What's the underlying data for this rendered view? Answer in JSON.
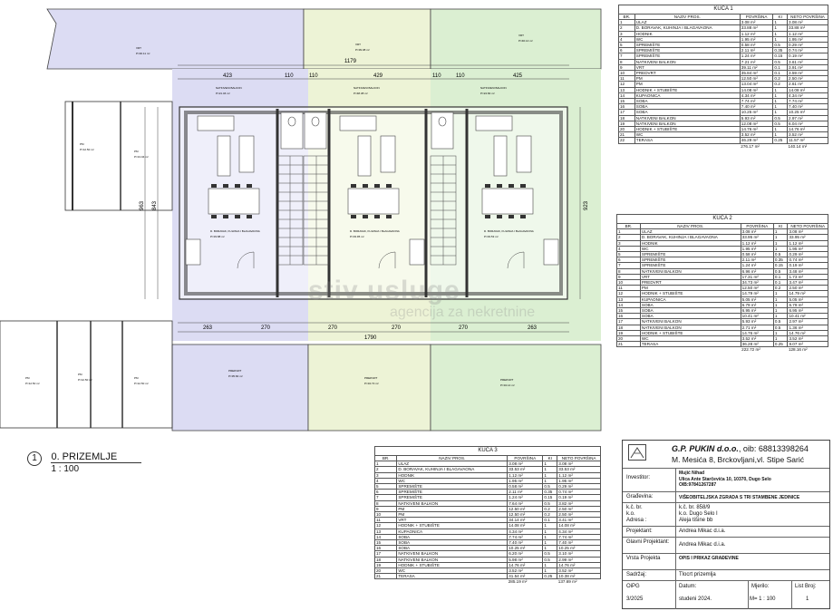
{
  "plan": {
    "units": [
      {
        "room": "VRT",
        "area": "P=46.11 m²"
      },
      {
        "room": "VRT",
        "area": "P=39.08 m²"
      },
      {
        "room": "VRT",
        "area": "P=46.14 m²"
      }
    ],
    "balconies": [
      {
        "label": "NATKIVENI BALKON",
        "area": "P=21.46 m²"
      },
      {
        "label": "NATKIVENI BALKON",
        "area": "P=48.38 m²"
      },
      {
        "label": "NATKIVENI BALKON",
        "area": "P=24.84 m²"
      }
    ],
    "living": [
      {
        "label": "D. BORAVAK, KUHINJA I BLAGAVAONA",
        "area": "P=33.88 m²"
      },
      {
        "label": "D. BORAVAK, KUHINJA I BLAGAVAONA",
        "area": "P=33.95 m²"
      },
      {
        "label": "D. BORAVAK, KUHINJA I BLAGAVAONA",
        "area": "P=33.53 m²"
      }
    ],
    "parking_left": [
      {
        "label": "PM",
        "area": "P=12.50 m²"
      },
      {
        "label": "PM",
        "area": "P=13.04 m²"
      }
    ],
    "parking_bottom": [
      {
        "label": "PM",
        "area": "P=12.50 m²"
      },
      {
        "label": "PM",
        "area": "P=12.50 m²"
      },
      {
        "label": "PM",
        "area": "P=12.50 m²"
      }
    ],
    "predvrt": [
      {
        "label": "PREDVRT",
        "area": "P=35.84 m²"
      },
      {
        "label": "PREDVRT",
        "area": "P=34.73 m²"
      },
      {
        "label": "PREDVRT",
        "area": "P=34.14 m²"
      }
    ],
    "dims_top": [
      "423",
      "110",
      "110",
      "429",
      "110",
      "110",
      "425"
    ],
    "dims_bottom": [
      "263",
      "270",
      "270",
      "270",
      "270",
      "263"
    ],
    "dim_total_top": "1179",
    "dim_total_bottom": "1790",
    "dim_left": "843",
    "dim_right": "923",
    "dim_left2": "963"
  },
  "watermark": {
    "brand": "stiv usluge",
    "tagline": "agencija za nekretnine"
  },
  "legend": {
    "number": "1",
    "title": "0. PRIZEMLJE",
    "scale": "1 : 100"
  },
  "tables": {
    "headers": {
      "br": "BR.",
      "name": "NAZIV PROS.",
      "area": "POVRŠINA",
      "ki": "KI",
      "net": "NETO POVRŠINA"
    },
    "kuca1": {
      "title": "KUĆA 1",
      "rows": [
        [
          "1",
          "ULAZ",
          "3.08 m²",
          "1",
          "3.08 m²"
        ],
        [
          "2",
          "D. BORAVAK, KUHINJA I BLAGAVAONA",
          "33.88 m²",
          "1",
          "33.88 m²"
        ],
        [
          "3",
          "HODNIK",
          "1.12 m²",
          "1",
          "1.12 m²"
        ],
        [
          "4",
          "WC",
          "1.95 m²",
          "1",
          "1.95 m²"
        ],
        [
          "5",
          "SPREMIŠTE",
          "0.58 m²",
          "0.5",
          "0.29 m²"
        ],
        [
          "6",
          "SPREMIŠTE",
          "2.11 m²",
          "0.35",
          "0.74 m²"
        ],
        [
          "7",
          "SPREMIŠTE",
          "1.24 m²",
          "0.15",
          "0.19 m²"
        ],
        [
          "8",
          "NATKIVENI BALKON",
          "7.21 m²",
          "0.5",
          "3.61 m²"
        ],
        [
          "9",
          "VRT",
          "39.11 m²",
          "0.1",
          "3.91 m²"
        ],
        [
          "10",
          "PREDVRT",
          "35.84 m²",
          "0.1",
          "3.59 m²"
        ],
        [
          "11",
          "PM",
          "12.50 m²",
          "0.2",
          "2.50 m²"
        ],
        [
          "12",
          "PM",
          "13.04 m²",
          "0.2",
          "2.61 m²"
        ],
        [
          "13",
          "HODNIK + STUBIŠTE",
          "14.08 m²",
          "1",
          "14.08 m²"
        ],
        [
          "14",
          "KUPAONICA",
          "4.34 m²",
          "1",
          "4.34 m²"
        ],
        [
          "15",
          "SOBA",
          "7.74 m²",
          "1",
          "7.74 m²"
        ],
        [
          "16",
          "SOBA",
          "7.40 m²",
          "1",
          "7.40 m²"
        ],
        [
          "17",
          "SOBA",
          "10.25 m²",
          "1",
          "10.25 m²"
        ],
        [
          "18",
          "NATKIVENI BALKON",
          "5.93 m²",
          "0.5",
          "2.97 m²"
        ],
        [
          "19",
          "NATKIVENI BALKON",
          "12.08 m²",
          "0.5",
          "6.04 m²"
        ],
        [
          "20",
          "HODNIK + STUBIŠTE",
          "14.76 m²",
          "1",
          "14.76 m²"
        ],
        [
          "21",
          "WC",
          "3.52 m²",
          "1",
          "3.52 m²"
        ],
        [
          "22",
          "TERASA",
          "46.29 m²",
          "0.25",
          "11.57 m²"
        ]
      ],
      "total_area": "276.17 m²",
      "total_net": "140.14 m²"
    },
    "kuca2": {
      "title": "KUĆA 2",
      "rows": [
        [
          "1",
          "ULAZ",
          "3.08 m²",
          "1",
          "3.08 m²"
        ],
        [
          "2",
          "D. BORAVAK, KUHINJA I BLAGAVAONA",
          "33.95 m²",
          "1",
          "33.95 m²"
        ],
        [
          "3",
          "HODNIK",
          "1.12 m²",
          "1",
          "1.12 m²"
        ],
        [
          "4",
          "WC",
          "1.95 m²",
          "1",
          "1.95 m²"
        ],
        [
          "5",
          "SPREMIŠTE",
          "0.58 m²",
          "0.5",
          "0.29 m²"
        ],
        [
          "6",
          "SPREMIŠTE",
          "2.11 m²",
          "0.35",
          "0.74 m²"
        ],
        [
          "7",
          "SPREMIŠTE",
          "1.24 m²",
          "0.15",
          "0.19 m²"
        ],
        [
          "8",
          "NATKIVENI BALKON",
          "6.96 m²",
          "0.5",
          "3.48 m²"
        ],
        [
          "9",
          "VRT",
          "17.31 m²",
          "0.1",
          "1.73 m²"
        ],
        [
          "10",
          "PREDVRT",
          "34.73 m²",
          "0.1",
          "3.47 m²"
        ],
        [
          "11",
          "PM",
          "12.50 m²",
          "0.2",
          "2.50 m²"
        ],
        [
          "12",
          "HODNIK + STUBIŠTE",
          "14.79 m²",
          "1",
          "14.79 m²"
        ],
        [
          "13",
          "KUPAONICA",
          "5.05 m²",
          "1",
          "5.05 m²"
        ],
        [
          "14",
          "SOBA",
          "6.79 m²",
          "1",
          "6.79 m²"
        ],
        [
          "15",
          "SOBA",
          "6.95 m²",
          "1",
          "6.95 m²"
        ],
        [
          "16",
          "SOBA",
          "10.41 m²",
          "1",
          "10.41 m²"
        ],
        [
          "17",
          "NATKIVENI BALKON",
          "5.93 m²",
          "0.5",
          "2.97 m²"
        ],
        [
          "18",
          "NATKIVENI BALKON",
          "2.71 m²",
          "0.5",
          "1.36 m²"
        ],
        [
          "19",
          "HODNIK + STUBIŠTE",
          "14.76 m²",
          "1",
          "14.76 m²"
        ],
        [
          "20",
          "WC",
          "3.52 m²",
          "1",
          "3.52 m²"
        ],
        [
          "21",
          "TERASA",
          "36.28 m²",
          "0.25",
          "9.07 m²"
        ]
      ],
      "total_area": "222.72 m²",
      "total_net": "128.16 m²"
    },
    "kuca3": {
      "title": "KUĆA 3",
      "rows": [
        [
          "1",
          "ULAZ",
          "3.08 m²",
          "1",
          "3.08 m²"
        ],
        [
          "2",
          "D. BORAVAK, KUHINJA I BLAGAVAONA",
          "33.53 m²",
          "1",
          "33.53 m²"
        ],
        [
          "3",
          "HODNIK",
          "1.12 m²",
          "1",
          "1.12 m²"
        ],
        [
          "4",
          "WC",
          "1.95 m²",
          "1",
          "1.95 m²"
        ],
        [
          "5",
          "SPREMIŠTE",
          "0.58 m²",
          "0.5",
          "0.29 m²"
        ],
        [
          "6",
          "SPREMIŠTE",
          "2.11 m²",
          "0.35",
          "0.74 m²"
        ],
        [
          "7",
          "SPREMIŠTE",
          "1.24 m²",
          "0.15",
          "0.19 m²"
        ],
        [
          "8",
          "NATKIVENI BALKON",
          "7.64 m²",
          "0.5",
          "3.82 m²"
        ],
        [
          "9",
          "PM",
          "12.50 m²",
          "0.2",
          "2.50 m²"
        ],
        [
          "10",
          "PM",
          "12.50 m²",
          "0.2",
          "2.50 m²"
        ],
        [
          "11",
          "VRT",
          "34.14 m²",
          "0.1",
          "3.41 m²"
        ],
        [
          "12",
          "HODNIK + STUBIŠTE",
          "14.08 m²",
          "1",
          "14.08 m²"
        ],
        [
          "13",
          "KUPAONICA",
          "4.34 m²",
          "1",
          "4.34 m²"
        ],
        [
          "14",
          "SOBA",
          "7.74 m²",
          "1",
          "7.74 m²"
        ],
        [
          "15",
          "SOBA",
          "7.40 m²",
          "1",
          "7.40 m²"
        ],
        [
          "16",
          "SOBA",
          "10.25 m²",
          "1",
          "10.25 m²"
        ],
        [
          "17",
          "NATKIVENI BALKON",
          "6.20 m²",
          "0.5",
          "3.10 m²"
        ],
        [
          "18",
          "NATKIVENI BALKON",
          "5.98 m²",
          "0.5",
          "2.99 m²"
        ],
        [
          "19",
          "HODNIK + STUBIŠTE",
          "14.76 m²",
          "1",
          "14.76 m²"
        ],
        [
          "20",
          "WC",
          "3.52 m²",
          "1",
          "3.52 m²"
        ],
        [
          "21",
          "TERASA",
          "41.54 m²",
          "0.25",
          "10.38 m²"
        ]
      ],
      "total_area": "285.19 m²",
      "total_net": "137.69 m²"
    }
  },
  "titleblock": {
    "company": "G.P. PUKIN d.o.o.",
    "oib": ", oib: 68813398264",
    "address": "M. Mesića 8, Brckovljani,vl. Stipe Sarić",
    "investitor_label": "Investitor:",
    "investitor_name": "Mujić Nihad",
    "investitor_addr": "Ulica Ante Starčevića 10, 10370, Dugo Selo",
    "investitor_oib": "OIB:97841267287",
    "gradevina_label": "Građevina:",
    "gradevina": "VIŠEOBITELJSKA ZGRADA S TRI STAMBENE JEDINICE",
    "kc_label": "k.č. br.",
    "kc": "k.č. br. 858/9",
    "ko_label": "k.o.",
    "ko": "k.o. Dugo Selo I",
    "adresa_label": "Adresa :",
    "adresa": "Aleja tišine bb",
    "projektant_label": "Projektant:",
    "projektant": "Andrea Mikac d.i.a.",
    "glavni_label": "Glavni Projektant:",
    "glavni": "Andrea Mikac d.i.a.",
    "vrsta_label": "Vrsta Projekta",
    "vrsta": "OPIS I PRIKAZ GRAĐEVINE",
    "sadrzaj_label": "Sadržaj:",
    "sadrzaj": "Tlocrt prizemlja",
    "oipg_label": "OiPG",
    "datum_label": "Datum:",
    "mjerilo_label": "Mjerilo:",
    "list_label": "List Broj:",
    "oipg": "3/2025",
    "datum": "studeni 2024.",
    "mjerilo": "M= 1 : 100",
    "list": "1"
  }
}
